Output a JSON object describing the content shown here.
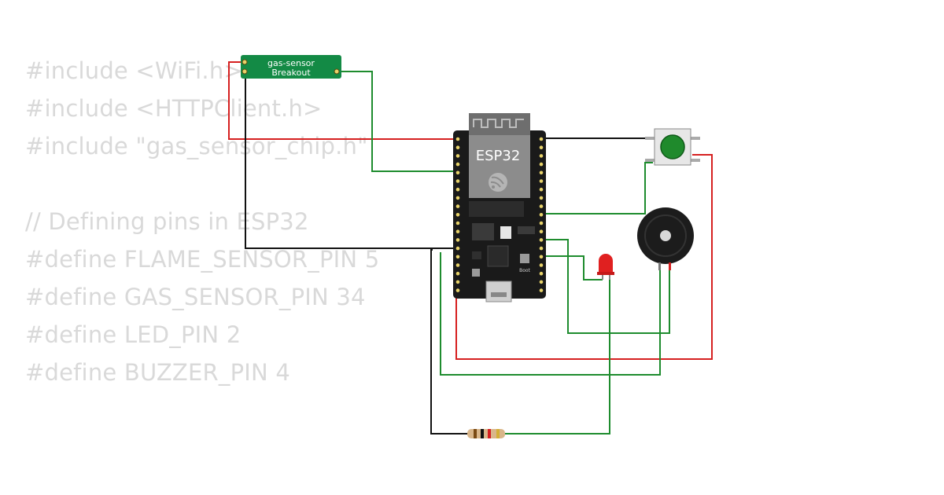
{
  "code_lines": [
    "#include <WiFi.h>",
    "#include <HTTPClient.h>",
    "#include \"gas_sensor_chip.h\"",
    "",
    "// Defining pins in ESP32",
    "#define FLAME_SENSOR_PIN 5",
    "#define GAS_SENSOR_PIN 34",
    "#define LED_PIN 2",
    "#define BUZZER_PIN 4"
  ],
  "gas_sensor": {
    "line1": "gas-sensor",
    "line2": "Breakout"
  },
  "esp32": {
    "label": "ESP32",
    "boot_label": "Boot"
  },
  "colors": {
    "wire_red": "#d62020",
    "wire_green": "#1e8c2e",
    "wire_black": "#111111",
    "board": "#1a1a1a",
    "sensor_board": "#138a45",
    "button_cap": "#1f8a2c",
    "led": "#e02020"
  }
}
